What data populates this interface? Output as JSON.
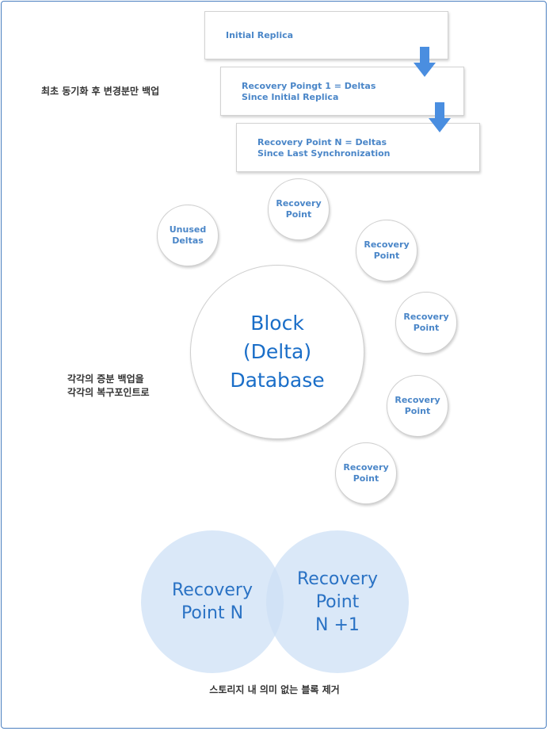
{
  "boxes": {
    "initial": "Initial Replica",
    "rp1_line1": "Recovery Poingt 1 = Deltas",
    "rp1_line2": "Since Initial Replica",
    "rpn_line1": "Recovery Point N = Deltas",
    "rpn_line2": "Since Last Synchronization"
  },
  "notes": {
    "first_sync": "최초 동기화 후 변경분만 백업",
    "incremental_line1": "각각의 증분 백업을",
    "incremental_line2": "각각의 복구포인트로",
    "remove": "스토리지 내 의미 없는 블록 제거"
  },
  "circles": {
    "unused_line1": "Unused",
    "unused_line2": "Deltas",
    "recovery_points": [
      {
        "line1": "Recovery",
        "line2": "Point"
      },
      {
        "line1": "Recovery",
        "line2": "Point"
      },
      {
        "line1": "Recovery",
        "line2": "Point"
      },
      {
        "line1": "Recovery",
        "line2": "Point"
      },
      {
        "line1": "Recovery",
        "line2": "Point"
      }
    ],
    "block_line1": "Block",
    "block_line2": "(Delta)",
    "block_line3": "Database"
  },
  "venn": {
    "left_line1": "Recovery",
    "left_line2": "Point N",
    "right_line1": "Recovery",
    "right_line2": "Point",
    "right_line3": "N +1"
  },
  "colors": {
    "frame": "#4a7fc0",
    "text_blue": "#4a86c8",
    "arrow": "#4a8ee0",
    "venn_fill": "#cde0f5"
  },
  "icons": {
    "arrow": "down-arrow-icon"
  }
}
